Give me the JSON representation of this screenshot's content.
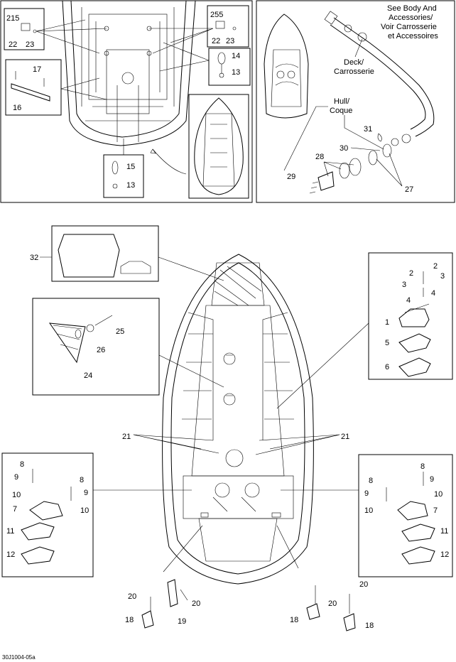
{
  "figure": {
    "figure_code": "30J1004-05a",
    "top_left_panel": {
      "code_215": "215",
      "code_255": "255",
      "part_22_left": "22",
      "part_23_left": "23",
      "part_22_right": "22",
      "part_23_right": "23",
      "part_17": "17",
      "part_16": "16",
      "part_14": "14",
      "part_13_top": "13",
      "part_15": "15",
      "part_13_bottom": "13"
    },
    "top_right_panel": {
      "note_line1": "See Body And",
      "note_line2": "Accessories/",
      "note_line3": "Voir Carrosserie",
      "note_line4": "et Accessoires",
      "deck_line1": "Deck/",
      "deck_line2": "Carrosserie",
      "hull_line1": "Hull/",
      "hull_line2": "Coque",
      "part_31": "31",
      "part_30": "30",
      "part_28": "28",
      "part_29": "29",
      "part_27": "27"
    },
    "main_panel": {
      "part_32": "32",
      "part_25": "25",
      "part_26": "26",
      "part_24": "24",
      "part_21_left": "21",
      "part_21_right": "21",
      "part_20_a": "20",
      "part_20_b": "20",
      "part_20_c": "20",
      "part_20_d": "20",
      "part_18_left": "18",
      "part_19": "19",
      "part_18_right": "18",
      "part_18_far": "18"
    },
    "right_mount_panel": {
      "part_2_a": "2",
      "part_2_b": "2",
      "part_3_a": "3",
      "part_3_b": "3",
      "part_4_a": "4",
      "part_4_b": "4",
      "part_1": "1",
      "part_5": "5",
      "part_6": "6"
    },
    "left_rear_panel": {
      "part_8_a": "8",
      "part_8_b": "8",
      "part_9_a": "9",
      "part_9_b": "9",
      "part_10_a": "10",
      "part_10_b": "10",
      "part_7": "7",
      "part_11": "11",
      "part_12": "12"
    },
    "right_rear_panel": {
      "part_8_a": "8",
      "part_8_b": "8",
      "part_9_a": "9",
      "part_9_b": "9",
      "part_10_a": "10",
      "part_10_b": "10",
      "part_7": "7",
      "part_11": "11",
      "part_12": "12"
    }
  }
}
